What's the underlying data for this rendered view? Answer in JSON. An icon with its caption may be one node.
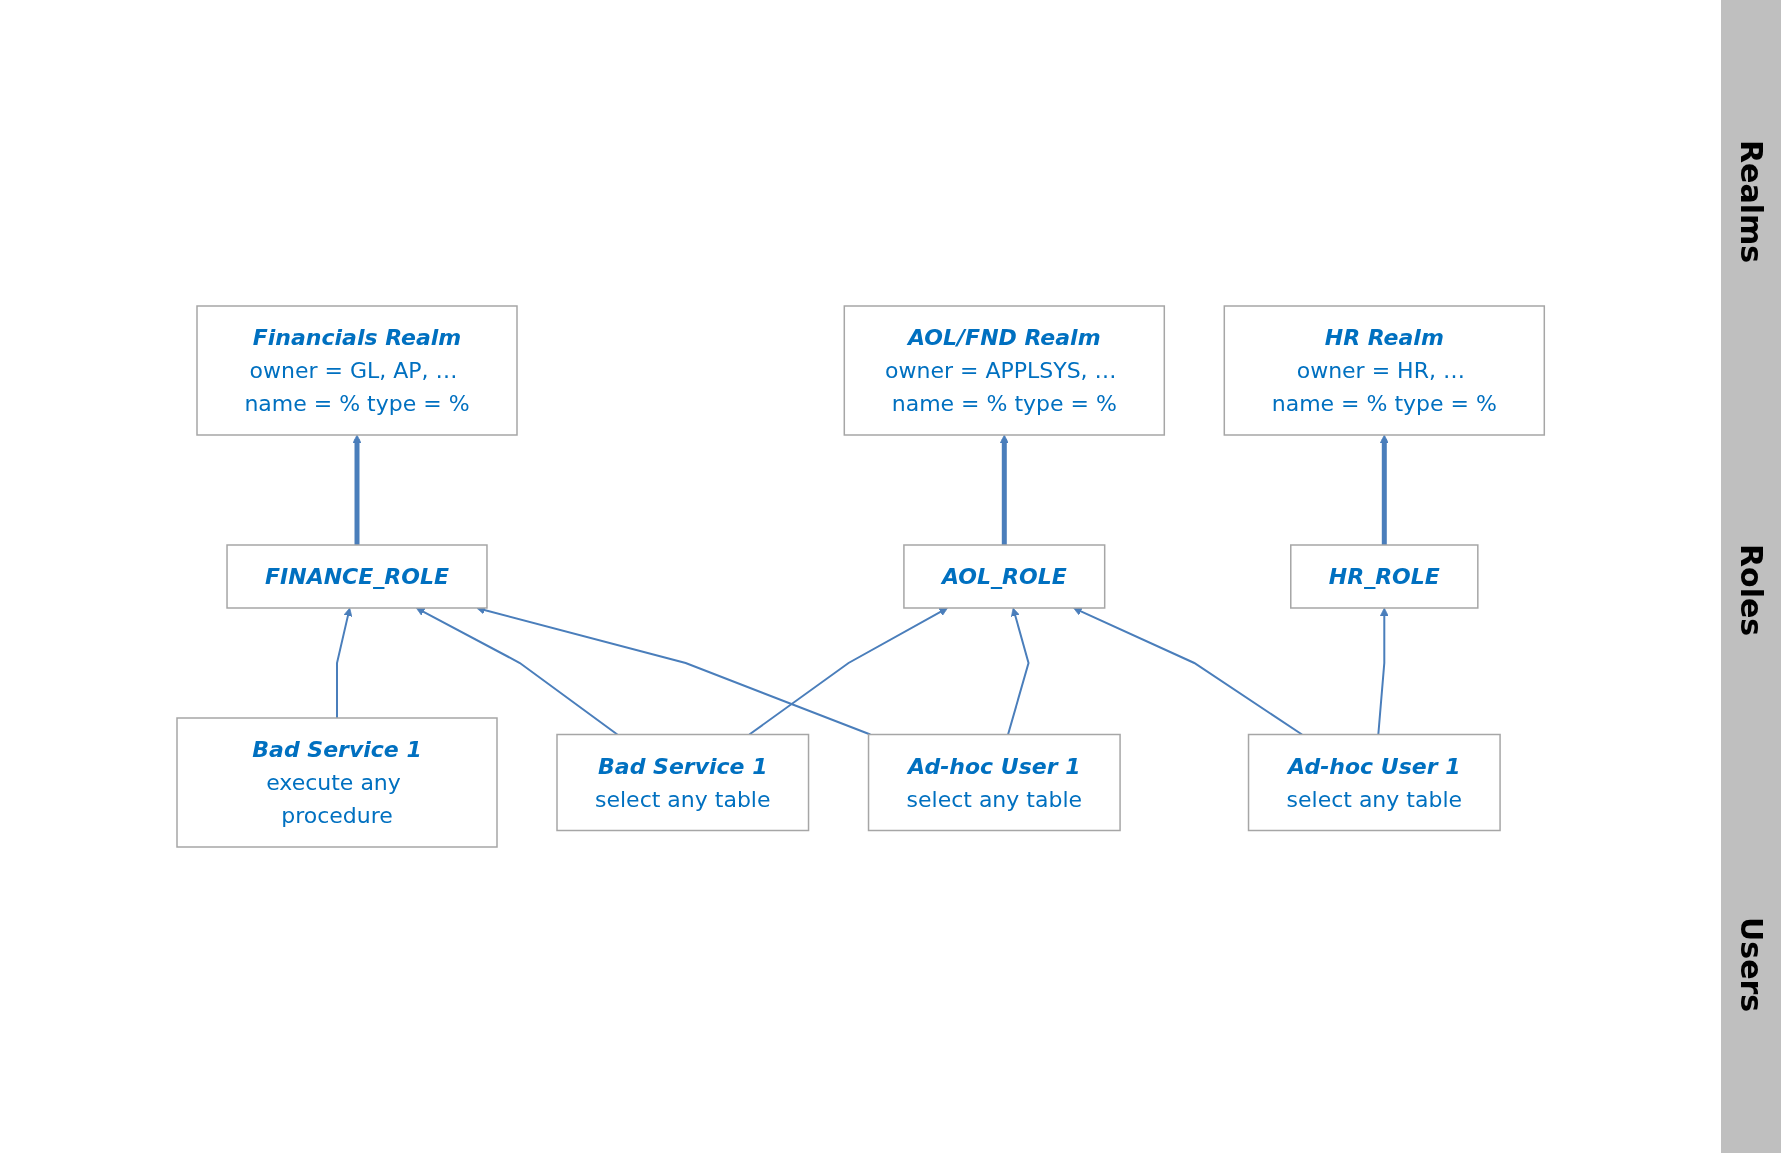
{
  "diagram": {
    "nodes": [
      {
        "text": [
          "AOL/FND Realm",
          "owner = APPLSYS, … name = % type = %"
        ]
      },
      {
        "text": [
          "Financials Realm",
          "owner = GL, AP, … name = % type = %"
        ]
      },
      {
        "text": [
          "HR Realm",
          "owner = HR, … name = % type = %"
        ]
      },
      {
        "text": [
          "AOL_ROLE"
        ]
      },
      {
        "text": [
          "FINANCE_ROLE"
        ]
      },
      {
        "text": [
          "HR_ROLE"
        ]
      },
      {
        "text": [
          "Bad Service 1",
          "execute any procedure"
        ]
      },
      {
        "text": [
          "Bad Service 1",
          "select any table"
        ]
      },
      {
        "text": [
          "Ad-hoc User 1",
          "select any table"
        ]
      },
      {
        "text": [
          "Ad-hoc User 1",
          "select any table"
        ]
      }
    ],
    "edges": [
      {
        "from": 3,
        "to": 0,
        "arrow": "to",
        "style": "thick"
      },
      {
        "from": 4,
        "to": 1,
        "arrow": "to",
        "style": "thick"
      },
      {
        "from": 5,
        "to": 2,
        "arrow": "to",
        "style": "thick"
      },
      {
        "from": 6,
        "to": 4,
        "arrow": "to"
      },
      {
        "from": 7,
        "to": 3,
        "arrow": "to"
      },
      {
        "from": 7,
        "to": 4,
        "arrow": "to"
      },
      {
        "from": 8,
        "to": 3,
        "arrow": "to"
      },
      {
        "from": 8,
        "to": 4,
        "arrow": "to"
      },
      {
        "from": 9,
        "to": 3,
        "arrow": "to"
      },
      {
        "from": 9,
        "to": 5,
        "arrow": "to"
      }
    ],
    "labels": [
      "Realms",
      "Roles",
      "Users"
    ]
  }
}
